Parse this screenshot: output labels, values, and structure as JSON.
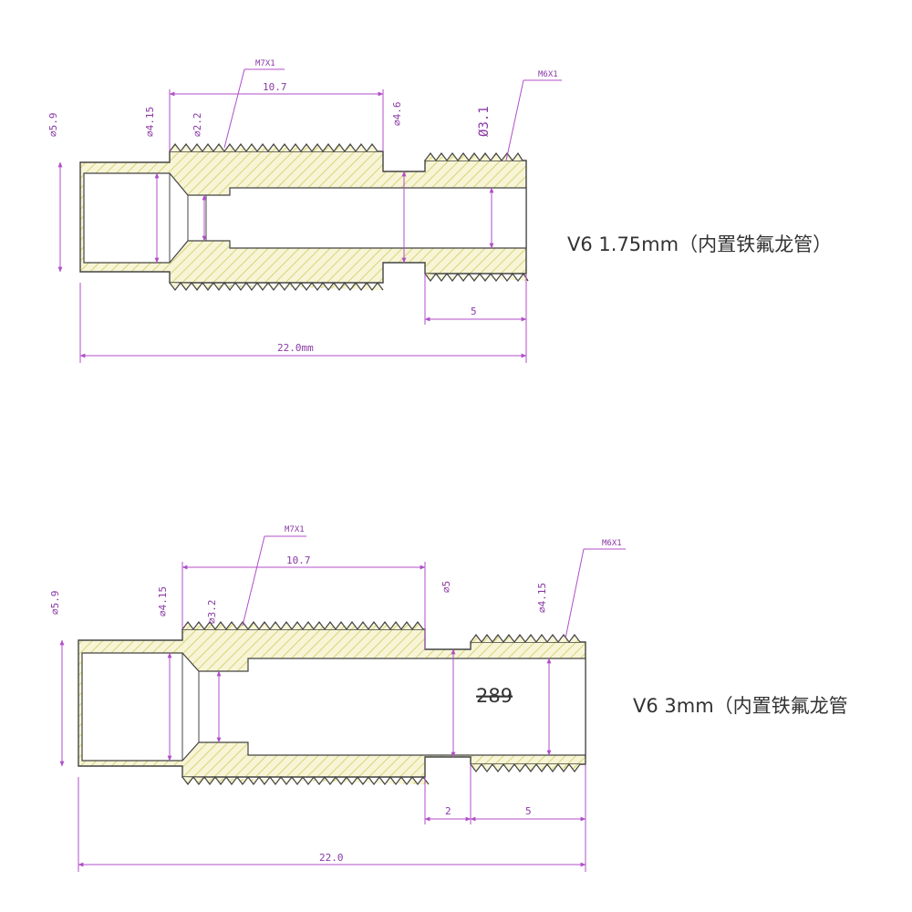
{
  "colors": {
    "outline": "#444444",
    "hatch": "#e3e08c",
    "dimension": "#b04fc8",
    "text": "#333333"
  },
  "top_drawing": {
    "thread_small": "M7X1",
    "thread_large": "M6X1",
    "dim_length_thread": "10.7",
    "dim_outer_dia": "⌀5.9",
    "dim_bore_dia": "⌀4.15",
    "dim_throat_dia": "⌀2.2",
    "dim_neck_dia": "⌀4.6",
    "dim_tube_dia": "Ø3.1",
    "dim_tip_length": "5",
    "dim_total_length": "22.0mm",
    "caption": "V6 1.75mm（内置铁氟龙管）"
  },
  "bottom_drawing": {
    "thread_small": "M7X1",
    "thread_large": "M6X1",
    "dim_length_thread": "10.7",
    "dim_outer_dia": "⌀5.9",
    "dim_bore_dia": "⌀4.15",
    "dim_throat_dia": "⌀3.2",
    "dim_neck_dia": "⌀5",
    "dim_tube_dia": "⌀4.15",
    "dim_gap_length": "2",
    "dim_tip_length": "5",
    "dim_total_length": "22.0",
    "overlay_number": "289",
    "caption": "V6 3mm（内置铁氟龙管"
  }
}
